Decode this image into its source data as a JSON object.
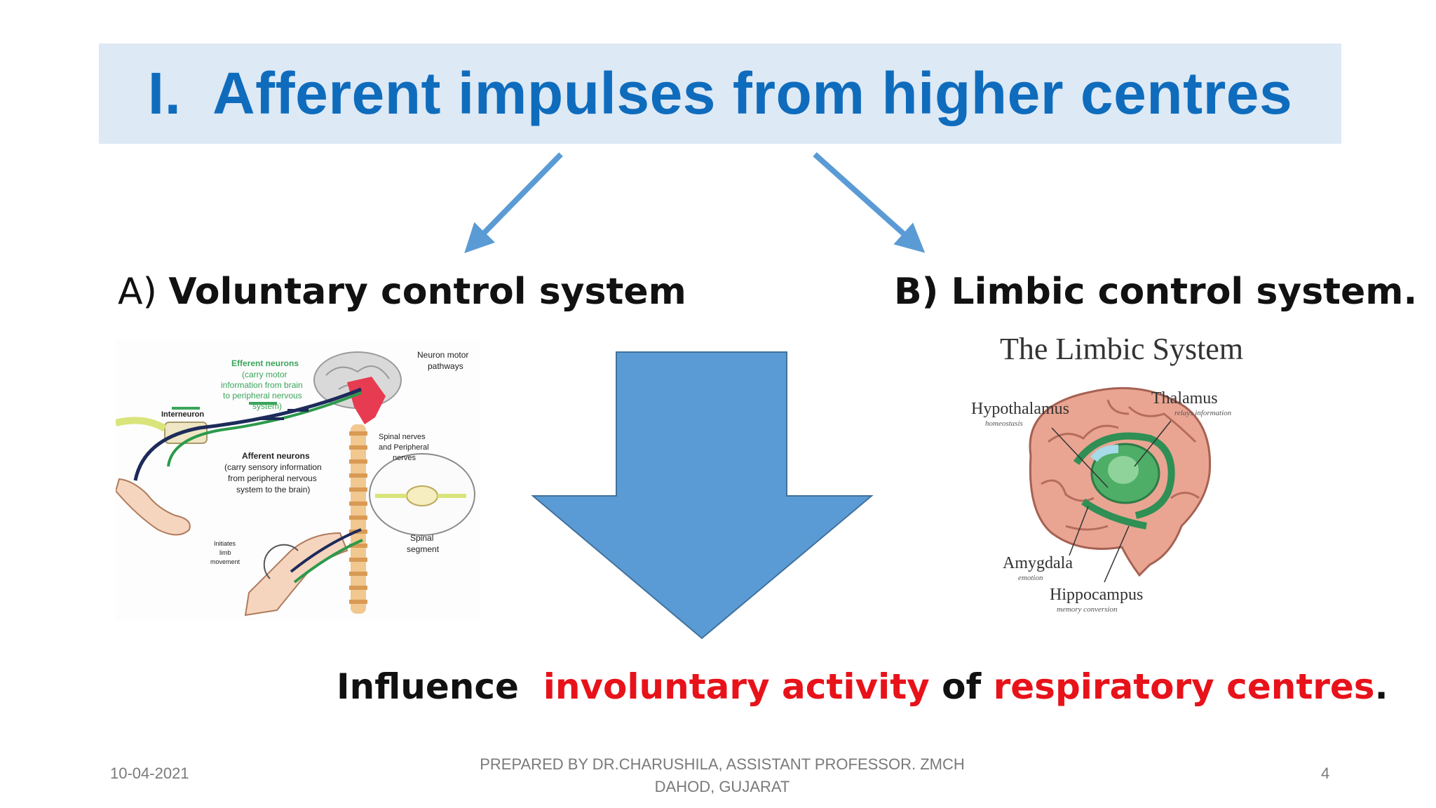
{
  "slide": {
    "title": "I.  Afferent impulses from higher centres",
    "heading_a": {
      "prefix": "A)",
      "text": "Voluntary control system"
    },
    "heading_b": {
      "text": "B) Limbic control system."
    },
    "figure_a_labels": {
      "efferent": "Efferent neurons",
      "efferent_desc_1": "(carry motor",
      "efferent_desc_2": "information from brain",
      "efferent_desc_3": "to peripheral nervous",
      "efferent_desc_4": "system)",
      "neuron_motor_1": "Neuron motor",
      "neuron_motor_2": "pathways",
      "interneuron": "Interneuron",
      "afferent": "Afferent neurons",
      "afferent_desc_1": "(carry sensory information",
      "afferent_desc_2": "from peripheral nervous",
      "afferent_desc_3": "system to the brain)",
      "spinal_nerves_1": "Spinal nerves",
      "spinal_nerves_2": "and Peripheral",
      "spinal_nerves_3": "nerves",
      "initiates_1": "Initiates",
      "initiates_2": "limb",
      "initiates_3": "movement",
      "spinal_segment_1": "Spinal",
      "spinal_segment_2": "segment"
    },
    "figure_b_labels": {
      "title": "The Limbic System",
      "hypothalamus": "Hypothalamus",
      "hypothalamus_sub": "homeostasis",
      "thalamus": "Thalamus",
      "thalamus_sub": "relays information",
      "amygdala": "Amygdala",
      "amygdala_sub": "emotion",
      "hippocampus": "Hippocampus",
      "hippocampus_sub": "memory conversion"
    },
    "conclusion": {
      "part1": "Influence  ",
      "part2": "involuntary activity",
      "part3": " of ",
      "part4": "respiratory centres",
      "part5": "."
    },
    "footer": {
      "date": "10-04-2021",
      "credit_line1": "PREPARED BY DR.CHARUSHILA, ASSISTANT PROFESSOR. ZMCH",
      "credit_line2": "DAHOD, GUJARAT",
      "page_number": "4"
    }
  },
  "colors": {
    "title_text": "#0f6cbd",
    "title_band": "#dde9f5",
    "arrow_blue": "#5b9bd5",
    "emphasis_red": "#e8121a"
  },
  "icons": [
    "arrow-down-left-icon",
    "arrow-down-right-icon",
    "big-down-arrow-icon"
  ]
}
